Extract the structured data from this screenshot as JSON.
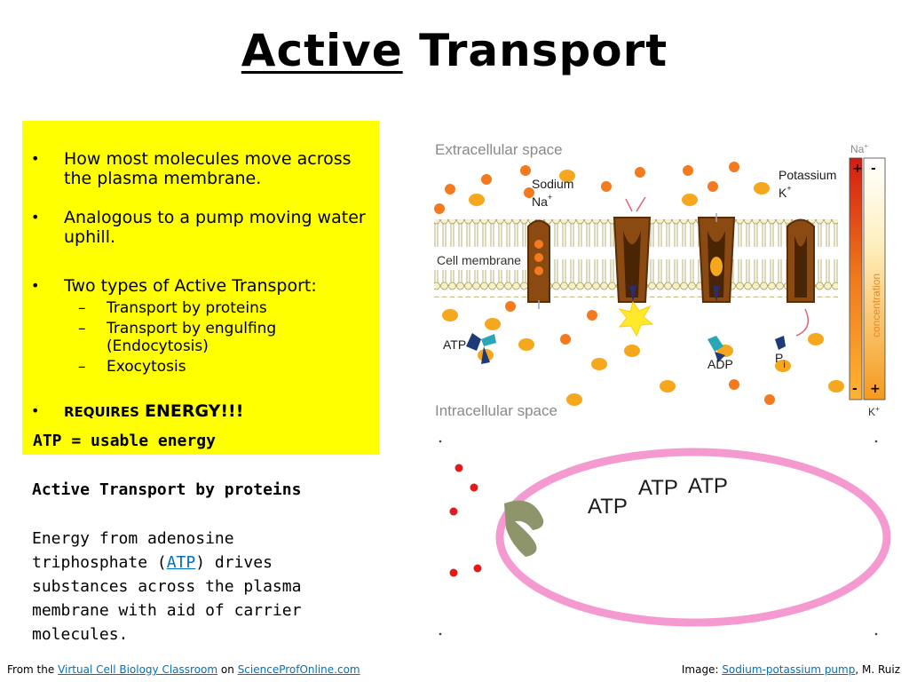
{
  "title": {
    "part1": "Active",
    "part2": "Transport"
  },
  "bullets": {
    "b1": "How most molecules move across the plasma membrane.",
    "b2": "Analogous to a pump moving water uphill.",
    "b3": "Two types of Active Transport:",
    "sub1": "Transport by proteins",
    "sub2": "Transport by engulfing (Endocytosis)",
    "sub3": "Exocytosis",
    "requires": "REQUIRES",
    "energy": "ENERGY!!!",
    "bullet_char": "•",
    "dash_char": "–"
  },
  "atp_usable": "ATP = usable energy",
  "proteins_heading": "Active Transport by proteins",
  "paragraph": {
    "part1": "Energy from adenosine triphosphate (",
    "link": "ATP",
    "part2": ") drives substances across the plasma membrane with aid of carrier molecules."
  },
  "diagram": {
    "extracellular": "Extracellular space",
    "intracellular": "Intracellular space",
    "cell_membrane": "Cell membrane",
    "sodium": "Sodium",
    "na": "Na",
    "plus": "+",
    "potassium": "Potassium",
    "k": "K",
    "atp": "ATP",
    "adp": "ADP",
    "pi": "P",
    "pi_sub": "i",
    "concentration": "concentration",
    "minus": "-",
    "plus_sign": "+"
  },
  "animation": {
    "atp1": "ATP",
    "atp2": "ATP",
    "atp3": "ATP"
  },
  "footer": {
    "from": "From the",
    "link1": "Virtual Cell Biology Classroom",
    "on": "on",
    "link2": "ScienceProfOnline.com",
    "image_label": "Image:",
    "link3": "Sodium-potassium pump",
    "credit": ", M. Ruiz"
  },
  "colors": {
    "yellow_box": "#ffff00",
    "link": "#0070c0",
    "membrane_ring": "#f59ad0"
  }
}
